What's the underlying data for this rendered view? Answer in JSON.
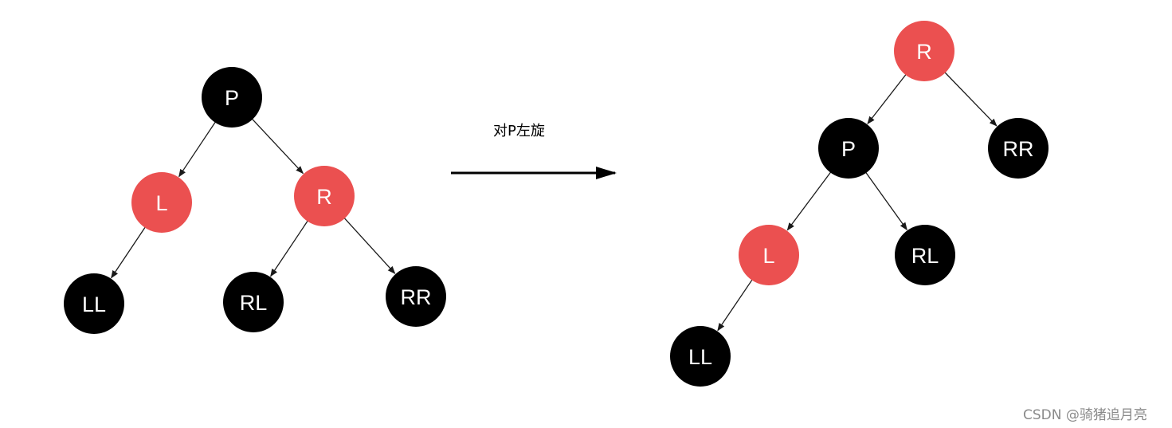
{
  "colors": {
    "red_node": "#eb5050",
    "black_node": "#000000",
    "edge": "#1a1a1a",
    "label_text": "#ffffff"
  },
  "operation": {
    "label": "对P左旋"
  },
  "before_tree": {
    "nodes": {
      "P": {
        "label": "P",
        "color": "black"
      },
      "L": {
        "label": "L",
        "color": "red"
      },
      "R": {
        "label": "R",
        "color": "red"
      },
      "LL": {
        "label": "LL",
        "color": "black"
      },
      "RL": {
        "label": "RL",
        "color": "black"
      },
      "RR": {
        "label": "RR",
        "color": "black"
      }
    },
    "edges": [
      [
        "P",
        "L"
      ],
      [
        "P",
        "R"
      ],
      [
        "L",
        "LL"
      ],
      [
        "R",
        "RL"
      ],
      [
        "R",
        "RR"
      ]
    ]
  },
  "after_tree": {
    "nodes": {
      "R": {
        "label": "R",
        "color": "red"
      },
      "P": {
        "label": "P",
        "color": "black"
      },
      "RR": {
        "label": "RR",
        "color": "black"
      },
      "L": {
        "label": "L",
        "color": "red"
      },
      "RL": {
        "label": "RL",
        "color": "black"
      },
      "LL": {
        "label": "LL",
        "color": "black"
      }
    },
    "edges": [
      [
        "R",
        "P"
      ],
      [
        "R",
        "RR"
      ],
      [
        "P",
        "L"
      ],
      [
        "P",
        "RL"
      ],
      [
        "L",
        "LL"
      ]
    ]
  },
  "watermark": {
    "text": "CSDN @骑猪追月亮"
  }
}
